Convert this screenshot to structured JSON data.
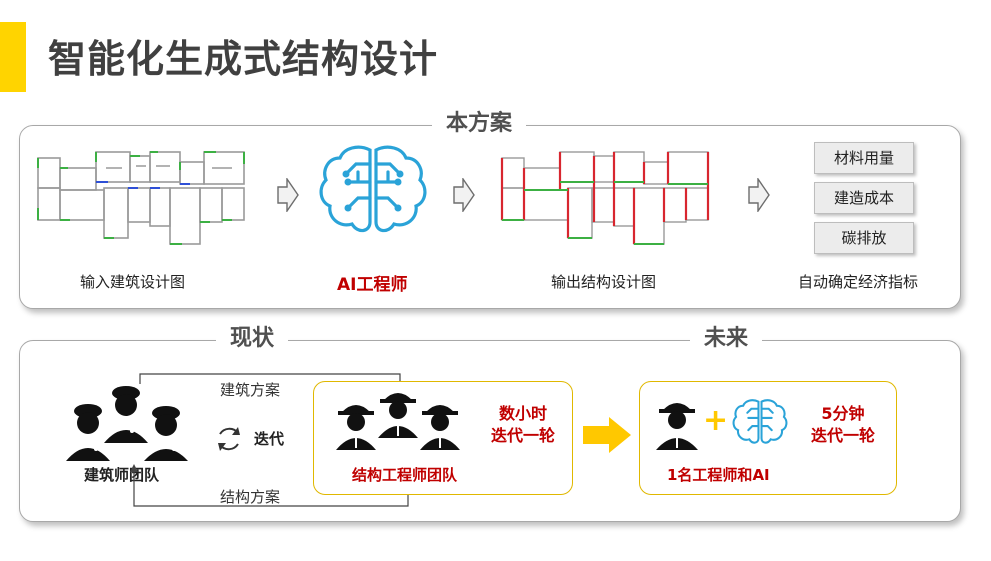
{
  "slide": {
    "title": "智能化生成式结构设计"
  },
  "proposal": {
    "section_label": "本方案",
    "step_input": "输入建筑设计图",
    "step_engine": "AI工程师",
    "step_output": "输出结构设计图",
    "step_result": "自动确定经济指标",
    "metrics": [
      "材料用量",
      "建造成本",
      "碳排放"
    ]
  },
  "current": {
    "section_label": "现状",
    "architect_team": "建筑师团队",
    "loop_label": "迭代",
    "arch_scheme": "建筑方案",
    "struct_scheme": "结构方案",
    "structural_team": "结构工程师团队",
    "time_line1": "数小时",
    "time_line2": "迭代一轮"
  },
  "future": {
    "section_label": "未来",
    "team": "1名工程师和AI",
    "time_line1": "5分钟",
    "time_line2": "迭代一轮"
  },
  "colors": {
    "accent": "#FFD400",
    "highlight_red": "#C00000",
    "brain_blue": "#2AA3D8"
  }
}
